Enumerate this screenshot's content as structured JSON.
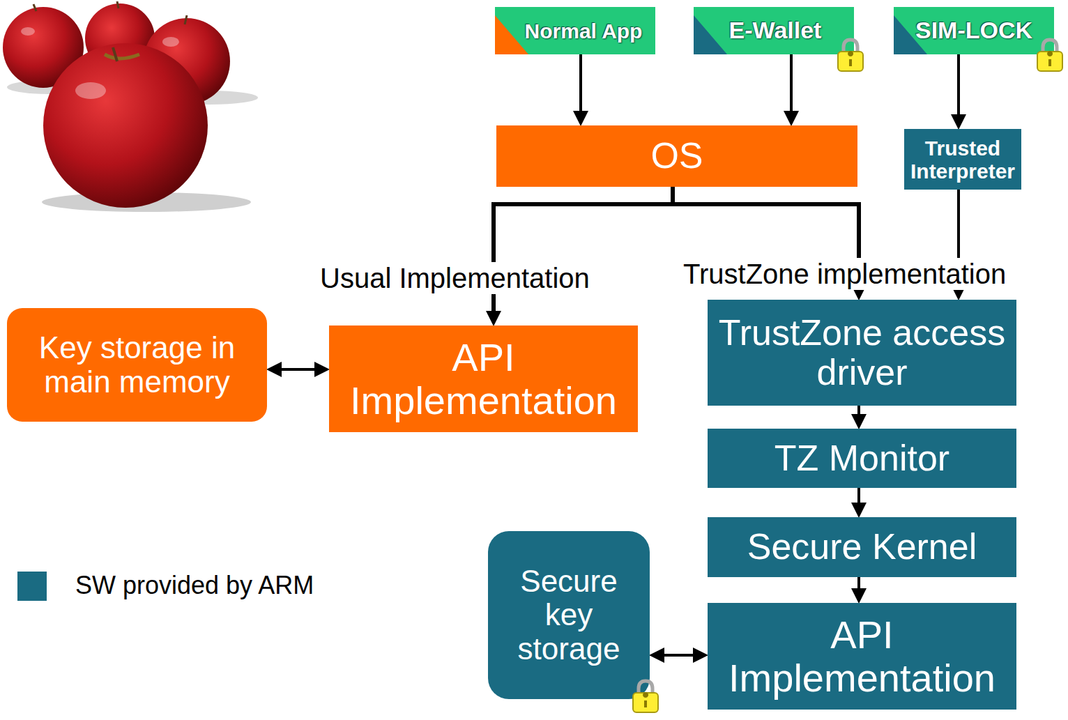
{
  "diagram": {
    "nodes": [
      {
        "text": [
          "Normal App"
        ]
      },
      {
        "text": [
          "E-Wallet"
        ]
      },
      {
        "text": [
          "SIM-LOCK"
        ]
      },
      {
        "text": [
          "OS"
        ]
      },
      {
        "text": [
          "Trusted Interpreter"
        ]
      },
      {
        "text": [
          "Key storage in main memory"
        ]
      },
      {
        "text": [
          "API Implementation"
        ]
      },
      {
        "text": [
          "TrustZone access driver"
        ]
      },
      {
        "text": [
          "TZ Monitor"
        ]
      },
      {
        "text": [
          "Secure Kernel"
        ]
      },
      {
        "text": [
          "Secure key storage"
        ]
      },
      {
        "text": [
          "API Implementation"
        ]
      }
    ],
    "edges": [
      {
        "from": 0,
        "to": 3,
        "arrow": "to"
      },
      {
        "from": 1,
        "to": 3,
        "arrow": "to"
      },
      {
        "from": 2,
        "to": 4,
        "arrow": "to"
      },
      {
        "from": 3,
        "to": 6,
        "arrow": "to"
      },
      {
        "from": 3,
        "to": 7,
        "arrow": "to"
      },
      {
        "from": 4,
        "to": 7,
        "arrow": "to"
      },
      {
        "from": 5,
        "to": 6,
        "arrow": "both"
      },
      {
        "from": 7,
        "to": 8,
        "arrow": "to"
      },
      {
        "from": 8,
        "to": 9,
        "arrow": "to"
      },
      {
        "from": 9,
        "to": 11,
        "arrow": "to"
      },
      {
        "from": 10,
        "to": 11,
        "arrow": "both"
      }
    ],
    "labels": [
      "Usual Implementation",
      "TrustZone implementation"
    ],
    "legend": [
      {
        "text": "SW provided by ARM",
        "color": "#1a6b82"
      }
    ]
  }
}
